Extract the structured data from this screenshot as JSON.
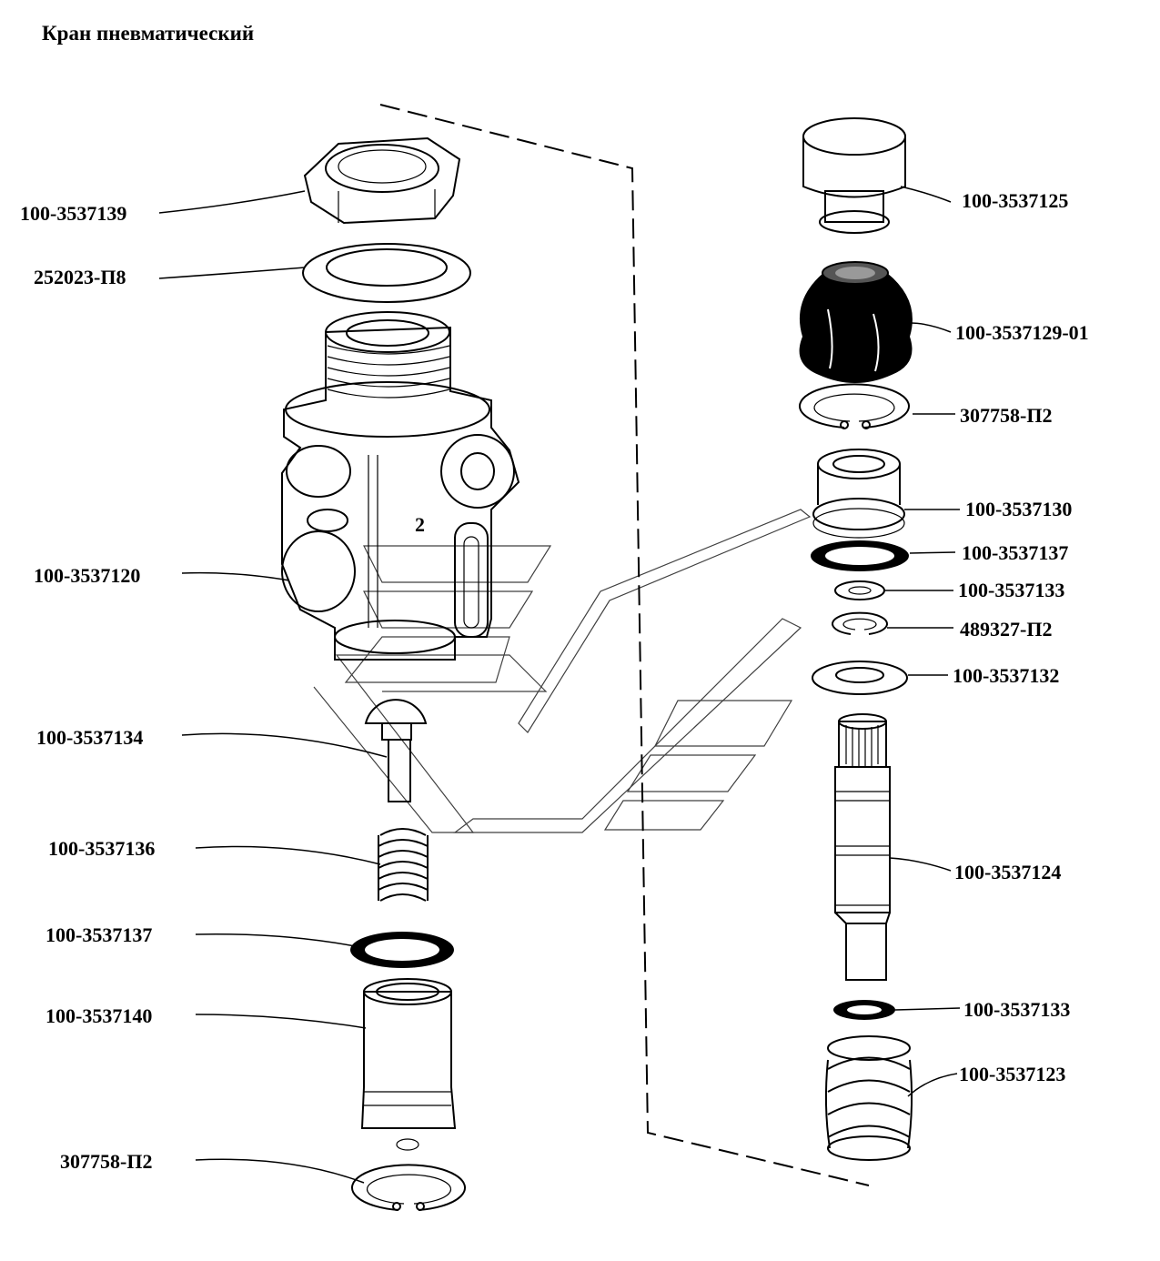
{
  "title": "Кран пневматический",
  "panel_marking": "2",
  "parts_left": [
    {
      "label": "100-3537139"
    },
    {
      "label": "252023-П8"
    },
    {
      "label": "100-3537120"
    },
    {
      "label": "100-3537134"
    },
    {
      "label": "100-3537136"
    },
    {
      "label": "100-3537137"
    },
    {
      "label": "100-3537140"
    },
    {
      "label": "307758-П2"
    }
  ],
  "parts_right": [
    {
      "label": "100-3537125"
    },
    {
      "label": "100-3537129-01"
    },
    {
      "label": "307758-П2"
    },
    {
      "label": "100-3537130"
    },
    {
      "label": "100-3537137"
    },
    {
      "label": "100-3537133"
    },
    {
      "label": "489327-П2"
    },
    {
      "label": "100-3537132"
    },
    {
      "label": "100-3537124"
    },
    {
      "label": "100-3537133"
    },
    {
      "label": "100-3537123"
    }
  ]
}
